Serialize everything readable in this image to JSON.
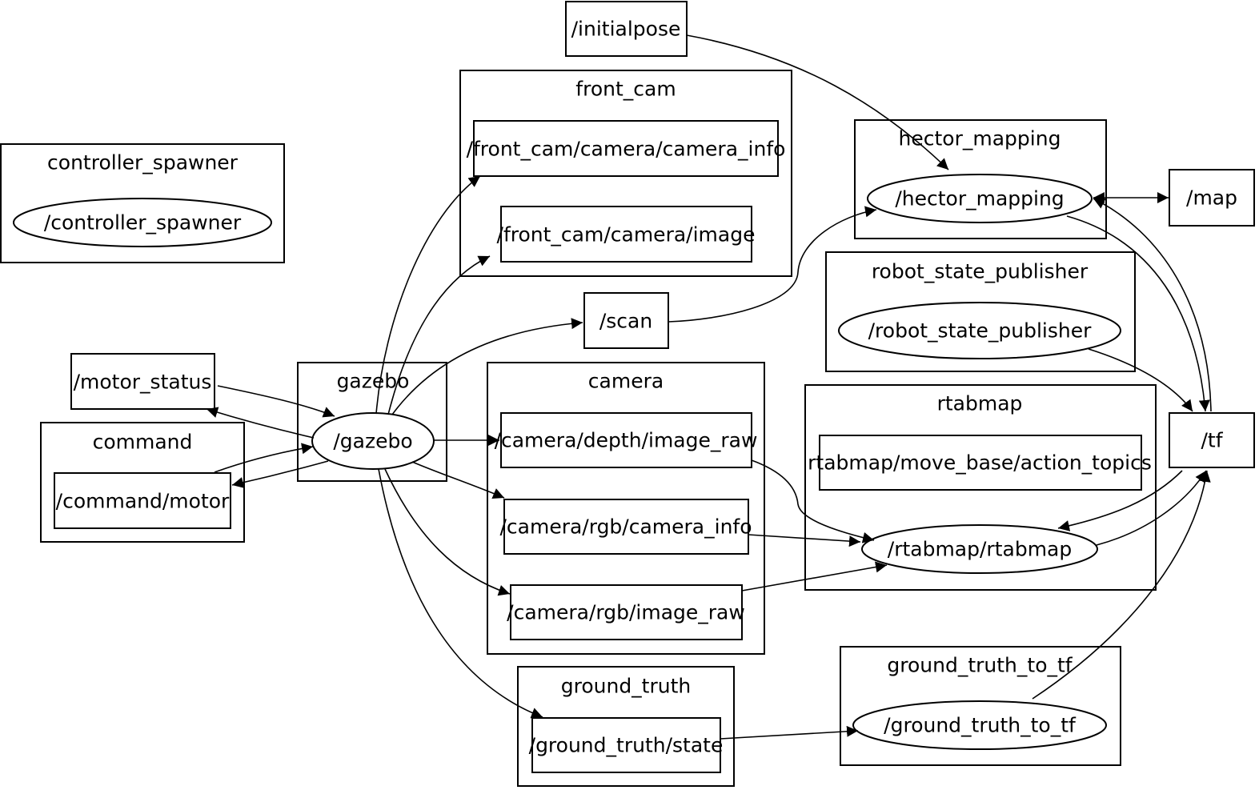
{
  "clusters": [
    {
      "title": "controller_spawner"
    },
    {
      "title": "front_cam"
    },
    {
      "title": "hector_mapping"
    },
    {
      "title": "robot_state_publisher"
    },
    {
      "title": "gazebo"
    },
    {
      "title": "command"
    },
    {
      "title": "camera"
    },
    {
      "title": "rtabmap"
    },
    {
      "title": "ground_truth"
    },
    {
      "title": "ground_truth_to_tf"
    }
  ],
  "nodes": {
    "controller_spawner": "/controller_spawner",
    "hector_mapping": "/hector_mapping",
    "robot_state_publisher": "/robot_state_publisher",
    "gazebo": "/gazebo",
    "rtabmap": "/rtabmap/rtabmap",
    "ground_truth_to_tf": "/ground_truth_to_tf"
  },
  "topics": {
    "initialpose": "/initialpose",
    "front_cam_info": "/front_cam/camera/camera_info",
    "front_cam_image": "/front_cam/camera/image",
    "scan": "/scan",
    "map": "/map",
    "tf": "/tf",
    "motor_status": "/motor_status",
    "command_motor": "/command/motor",
    "depth_image_raw": "/camera/depth/image_raw",
    "rgb_camera_info": "/camera/rgb/camera_info",
    "rgb_image_raw": "/camera/rgb/image_raw",
    "move_base_action_topics": "rtabmap/move_base/action_topics",
    "ground_truth_state": "/ground_truth/state"
  }
}
